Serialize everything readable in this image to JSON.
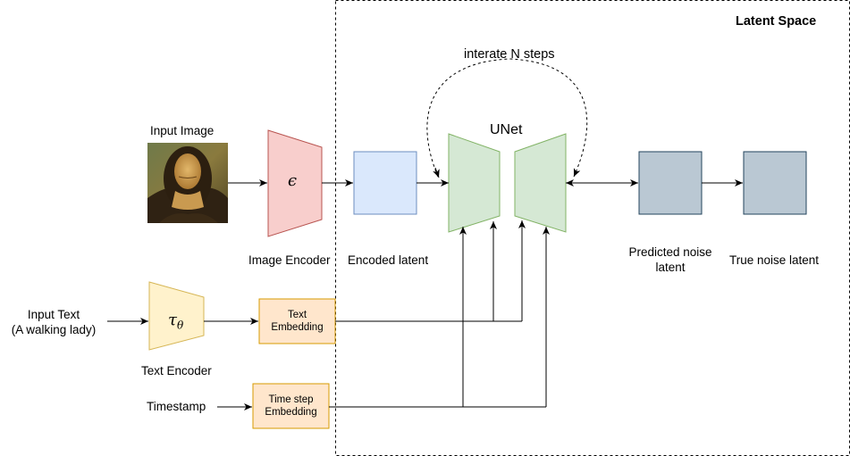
{
  "diagram": {
    "region_label": "Latent Space",
    "loop_label": "interate N steps",
    "input_image": {
      "label": "Input Image",
      "icon": "mona-lisa-painting"
    },
    "image_encoder": {
      "symbol": "ϵ",
      "label": "Image Encoder"
    },
    "encoded_latent": {
      "label": "Encoded latent"
    },
    "unet": {
      "label": "UNet"
    },
    "predicted_noise": {
      "label_line1": "Predicted noise",
      "label_line2": "latent"
    },
    "true_noise": {
      "label": "True noise latent"
    },
    "input_text": {
      "line1": "Input Text",
      "line2": "(A walking lady)"
    },
    "text_encoder": {
      "symbol": "τ",
      "subscript": "θ",
      "label": "Text Encoder"
    },
    "text_embedding": {
      "line1": "Text",
      "line2": "Embedding"
    },
    "timestamp": {
      "label": "Timestamp"
    },
    "time_embedding": {
      "line1": "Time step",
      "line2": "Embedding"
    },
    "colors": {
      "encoder_fill": "#f8cecc",
      "encoder_stroke": "#b85450",
      "latent_fill": "#dae8fc",
      "latent_stroke": "#6c8ebf",
      "unet_fill": "#d5e8d4",
      "unet_stroke": "#82b366",
      "noise_fill": "#bac8d3",
      "noise_stroke": "#23445d",
      "text_encoder_fill": "#fff2cc",
      "text_encoder_stroke": "#d6b656",
      "embedding_fill": "#ffe6cc",
      "embedding_fill_dark": "#fad7ac",
      "embedding_stroke": "#d79b00"
    }
  }
}
